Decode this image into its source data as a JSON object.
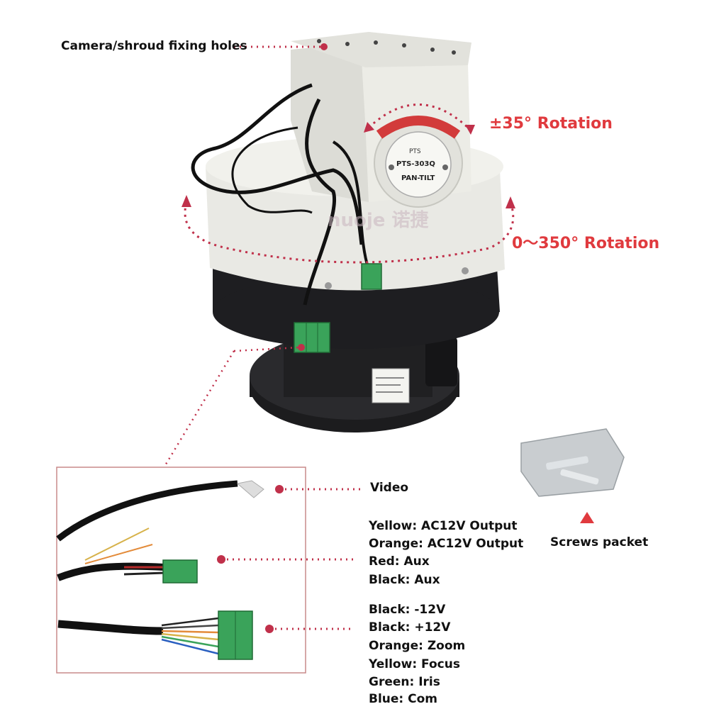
{
  "annotations": {
    "fixing_holes": "Camera/shroud fixing holes",
    "tilt_rotation": "±35° Rotation",
    "pan_rotation": "0～350° Rotation"
  },
  "device": {
    "plate_brand": "PTS",
    "plate_model": "PTS-303Q",
    "plate_type": "PAN-TILT",
    "watermark": "nuoje 诺捷"
  },
  "connectors": {
    "video": "Video",
    "aux_group": [
      "Yellow: AC12V Output",
      "Orange: AC12V Output",
      "Red: Aux",
      "Black: Aux"
    ],
    "control_group": [
      "Black: -12V",
      "Black: +12V",
      "Orange: Zoom",
      "Yellow: Focus",
      "Green: Iris",
      "Blue: Com"
    ]
  },
  "accessory": {
    "screws": "Screws packet"
  },
  "colors": {
    "accent_red": "#e03a3e",
    "leader_dots": "#c0304a",
    "terminal_green": "#3aa35a"
  }
}
